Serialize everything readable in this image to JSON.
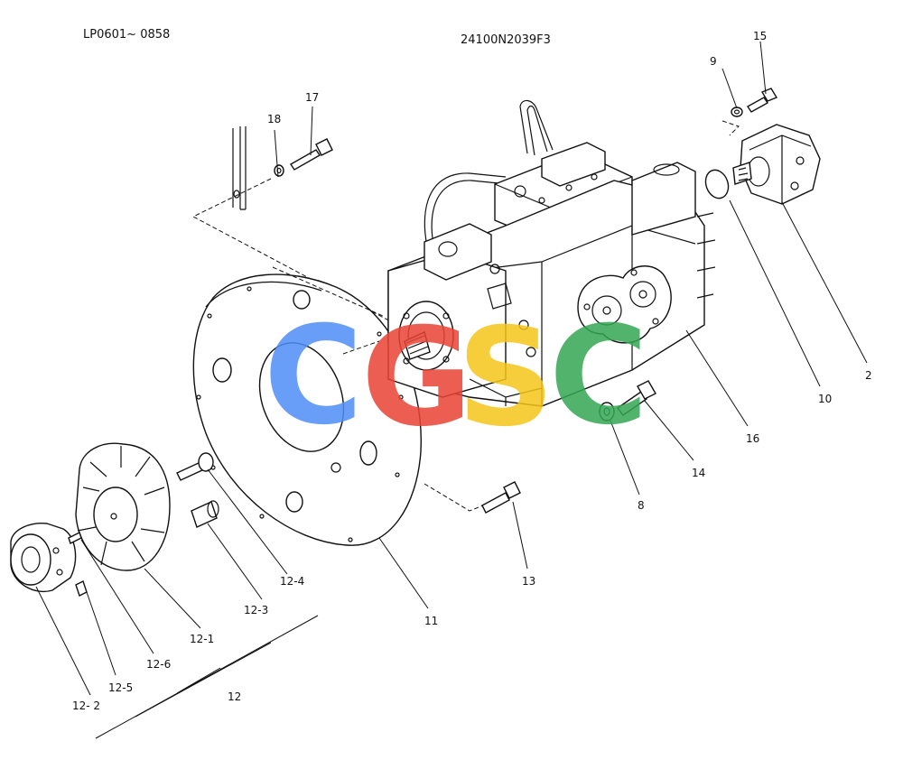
{
  "header": {
    "serial_range": "LP0601~ 0858",
    "drawing_number": "24100N2039F3"
  },
  "watermark": {
    "letters": [
      "C",
      "G",
      "S",
      "C"
    ],
    "colors": [
      "#4f8ef7",
      "#ea4335",
      "#f5c518",
      "#34a853"
    ]
  },
  "callouts": {
    "c2": "2",
    "c8": "8",
    "c9": "9",
    "c10": "10",
    "c11": "11",
    "c12": "12",
    "c12_1": "12-1",
    "c12_2": "12- 2",
    "c12_3": "12-3",
    "c12_4": "12-4",
    "c12_5": "12-5",
    "c12_6": "12-6",
    "c13": "13",
    "c14": "14",
    "c15": "15",
    "c16": "16",
    "c17": "17",
    "c18": "18"
  }
}
